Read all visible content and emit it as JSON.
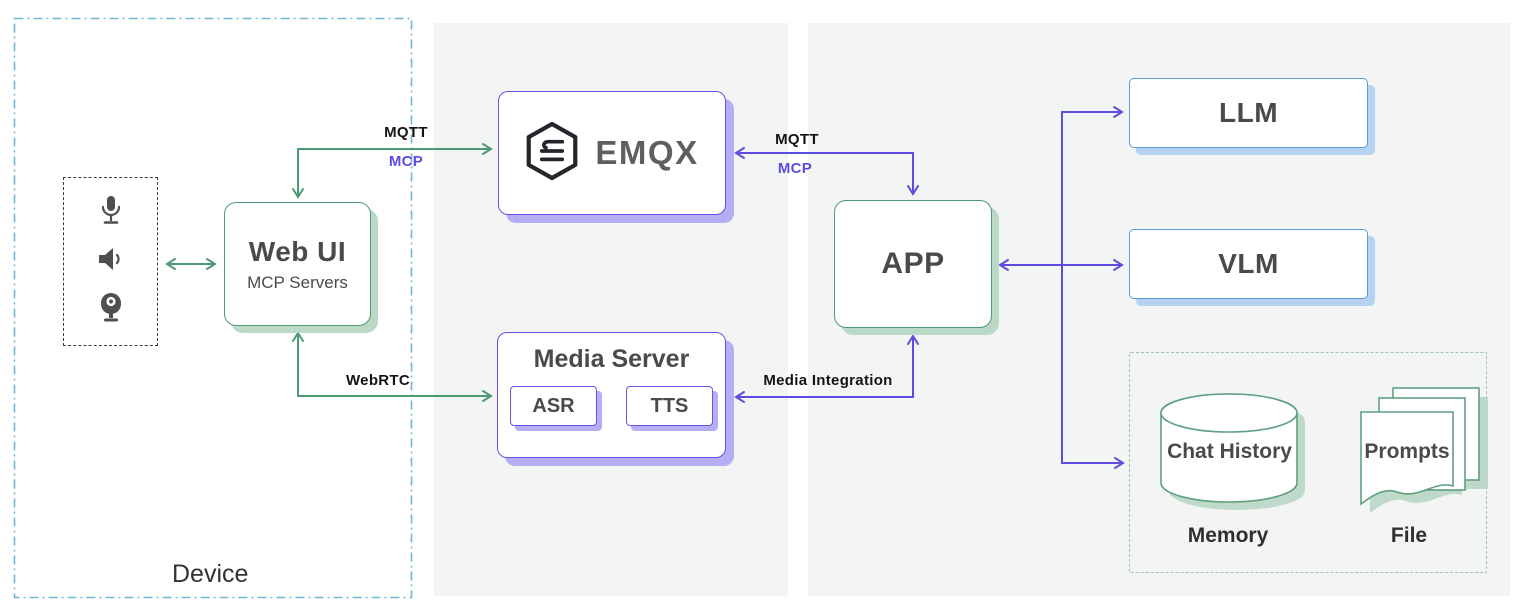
{
  "colors": {
    "green_line": "#4c9973",
    "green_shadow": "#bcd9c8",
    "purple_line": "#5b4de0",
    "purple_border": "#6355e3",
    "purple_shadow": "#b6aef5",
    "blue_border": "#5d9ad8",
    "blue_shadow": "#b6d2f1",
    "device_dash": "#74b6d8",
    "memory_dash": "#9cc4ad",
    "panel_bg": "#f3f4f4",
    "text_dark": "#4a4a4a"
  },
  "device": {
    "label": "Device"
  },
  "edges": {
    "mqtt_left": "MQTT",
    "mcp_left": "MCP",
    "webrtc": "WebRTC",
    "mqtt_right": "MQTT",
    "mcp_right": "MCP",
    "media_integration": "Media Integration"
  },
  "nodes": {
    "webui": {
      "title": "Web UI",
      "subtitle": "MCP Servers"
    },
    "emqx": {
      "title": "EMQX"
    },
    "media_server": {
      "title": "Media Server",
      "asr": "ASR",
      "tts": "TTS"
    },
    "app": {
      "title": "APP"
    },
    "llm": {
      "title": "LLM"
    },
    "vlm": {
      "title": "VLM"
    }
  },
  "storage": {
    "chat_history": "Chat History",
    "memory_label": "Memory",
    "prompts": "Prompts",
    "file_label": "File"
  }
}
